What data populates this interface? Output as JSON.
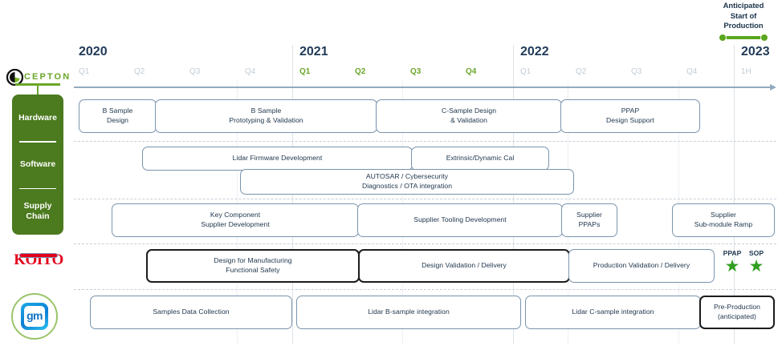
{
  "callout": {
    "line1": "Anticipated",
    "line2": "Start of",
    "line3": "Production",
    "color": "#5aa61c"
  },
  "brand": {
    "cepton_wordmark": "CEPTON",
    "koito_wordmark": "KOITO",
    "gm_wordmark": "gm",
    "cepton_green": "#6aa628",
    "category_green": "#4c7a1f",
    "koito_red": "#e3001b",
    "gm_blue": "#1072c4"
  },
  "categories": [
    {
      "label": "Hardware"
    },
    {
      "label": "Software"
    },
    {
      "label": "Supply\nChain"
    }
  ],
  "timeline": {
    "years": [
      {
        "label": "2020",
        "quarters": [
          "Q1",
          "Q2",
          "Q3",
          "Q4"
        ],
        "highlight": false
      },
      {
        "label": "2021",
        "quarters": [
          "Q1",
          "Q2",
          "Q3",
          "Q4"
        ],
        "highlight": true
      },
      {
        "label": "2022",
        "quarters": [
          "Q1",
          "Q2",
          "Q3",
          "Q4"
        ],
        "highlight": false
      },
      {
        "label": "2023",
        "quarters": [
          "1H"
        ],
        "highlight": false
      }
    ]
  },
  "lanes": [
    {
      "name": "hardware",
      "bars": [
        {
          "text": "B Sample\nDesign",
          "style": "light"
        },
        {
          "text": "B Sample\nPrototyping & Validation",
          "style": "light"
        },
        {
          "text": "C-Sample Design\n& Validation",
          "style": "light"
        },
        {
          "text": "PPAP\nDesign Support",
          "style": "light"
        }
      ]
    },
    {
      "name": "software",
      "bars": [
        {
          "text": "Lidar Firmware Development",
          "style": "light"
        },
        {
          "text": "Extrinsic/Dynamic Cal",
          "style": "light"
        },
        {
          "text": "AUTOSAR / Cybersecurity\nDiagnostics / OTA integration",
          "style": "light"
        }
      ]
    },
    {
      "name": "supply-chain",
      "bars": [
        {
          "text": "Key Component\nSupplier Development",
          "style": "light"
        },
        {
          "text": "Supplier Tooling Development",
          "style": "light"
        },
        {
          "text": "Supplier PPAPs",
          "style": "light"
        },
        {
          "text": "Supplier\nSub-module Ramp",
          "style": "light"
        }
      ]
    },
    {
      "name": "koito",
      "bars": [
        {
          "text": "Design for Manufacturing\nFunctional Safety",
          "style": "dark"
        },
        {
          "text": "Design Validation / Delivery",
          "style": "dark"
        },
        {
          "text": "Production Validation /  Delivery",
          "style": "light"
        }
      ],
      "milestones": [
        {
          "label": "PPAP",
          "glyph": "★"
        },
        {
          "label": "SOP",
          "glyph": "★"
        }
      ]
    },
    {
      "name": "gm",
      "bars": [
        {
          "text": "Samples Data Collection",
          "style": "light"
        },
        {
          "text": "Lidar B-sample integration",
          "style": "light"
        },
        {
          "text": "Lidar C-sample integration",
          "style": "light"
        },
        {
          "text": "Pre-Production\n(anticipated)",
          "style": "dark"
        }
      ]
    }
  ]
}
